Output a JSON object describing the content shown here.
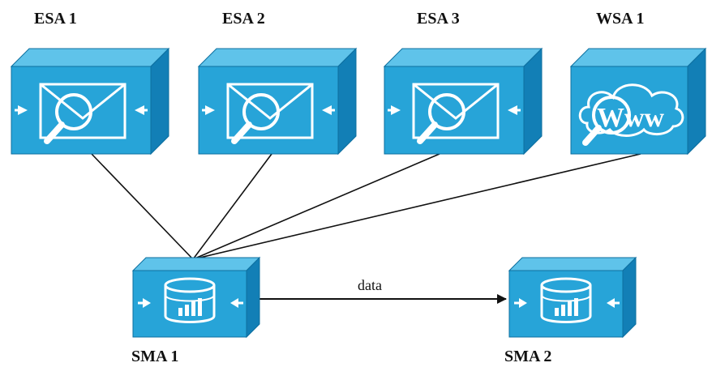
{
  "devices": {
    "esa1": {
      "label": "ESA 1",
      "icon": "email-scan-icon"
    },
    "esa2": {
      "label": "ESA 2",
      "icon": "email-scan-icon"
    },
    "esa3": {
      "label": "ESA 3",
      "icon": "email-scan-icon"
    },
    "wsa1": {
      "label": "WSA 1",
      "icon": "web-scan-icon",
      "icon_text": "Www"
    },
    "sma1": {
      "label": "SMA 1",
      "icon": "database-report-icon"
    },
    "sma2": {
      "label": "SMA 2",
      "icon": "database-report-icon"
    }
  },
  "links": {
    "data_flow_label": "data"
  },
  "colors": {
    "device_front": "#27A4D8",
    "device_top": "#5FC3EA",
    "device_side": "#127FB6",
    "device_outline": "#0D6F9F",
    "glyph": "#ffffff",
    "line": "#111111"
  }
}
